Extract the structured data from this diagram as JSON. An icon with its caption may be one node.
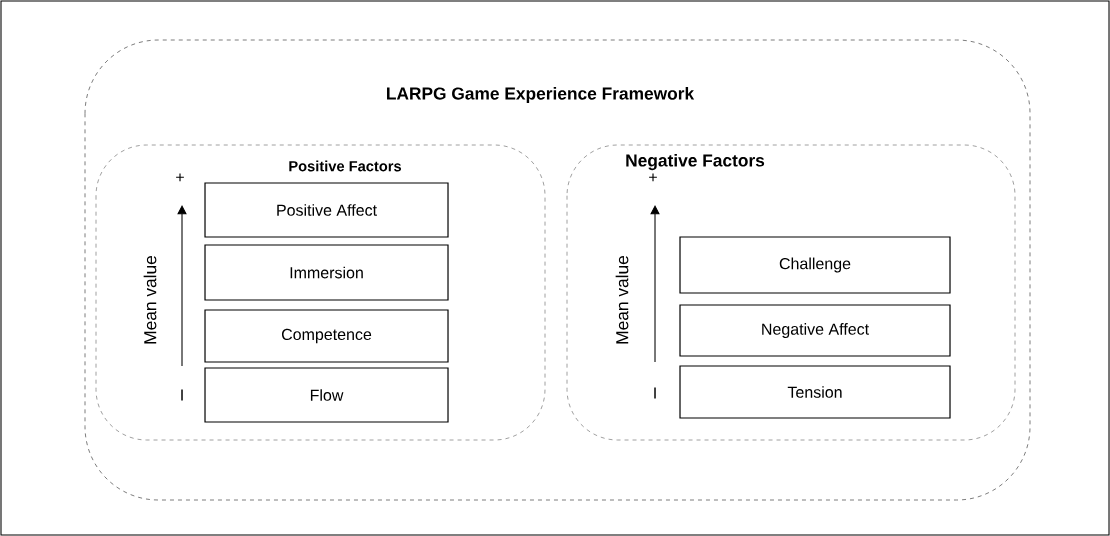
{
  "diagram": {
    "nodes": [
      {
        "text": [
          "LARPG Game Experience Framework"
        ]
      },
      {
        "text": [
          "Positive Factors"
        ],
        "in": 0
      },
      {
        "text": [
          "Positive Affect"
        ],
        "in": 1
      },
      {
        "text": [
          "Immersion"
        ],
        "in": 1
      },
      {
        "text": [
          "Competence"
        ],
        "in": 1
      },
      {
        "text": [
          "Flow"
        ],
        "in": 1
      },
      {
        "text": [
          "Negative Factors"
        ],
        "in": 0
      },
      {
        "text": [
          "Challenge"
        ],
        "in": 6
      },
      {
        "text": [
          "Negative Affect"
        ],
        "in": 6
      },
      {
        "text": [
          "Tension"
        ],
        "in": 6
      }
    ],
    "labels": [
      "+",
      "Mean value",
      "I",
      "+",
      "Mean value",
      "I"
    ]
  }
}
